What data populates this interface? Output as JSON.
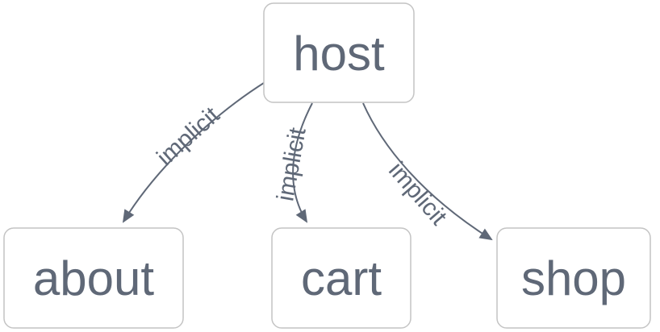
{
  "diagram": {
    "type": "graph",
    "nodes": [
      {
        "id": "host",
        "label": "host"
      },
      {
        "id": "about",
        "label": "about"
      },
      {
        "id": "cart",
        "label": "cart"
      },
      {
        "id": "shop",
        "label": "shop"
      }
    ],
    "edges": [
      {
        "from": "host",
        "to": "about",
        "label": "implicit"
      },
      {
        "from": "host",
        "to": "cart",
        "label": "implicit"
      },
      {
        "from": "host",
        "to": "shop",
        "label": "implicit"
      }
    ],
    "colors": {
      "background": "#ffffff",
      "node_fill": "#ffffff",
      "node_border": "#c4c4c4",
      "text_and_edges": "#5f6877"
    }
  }
}
